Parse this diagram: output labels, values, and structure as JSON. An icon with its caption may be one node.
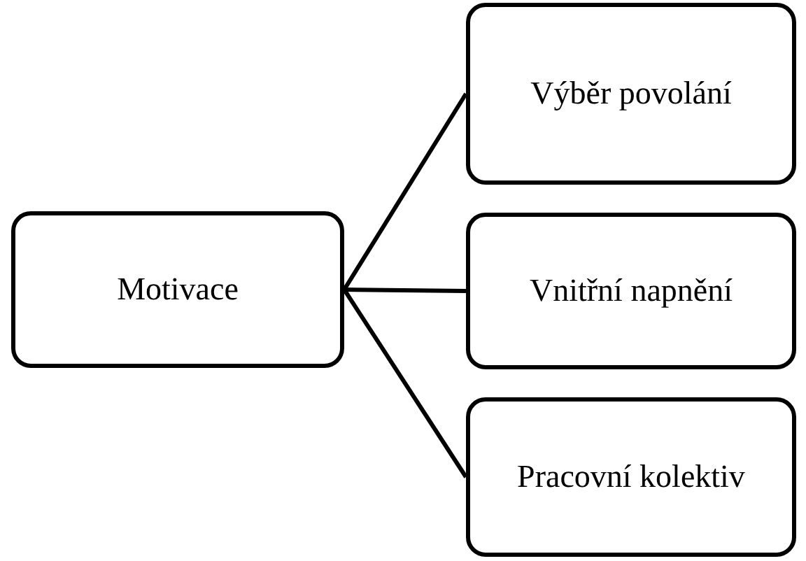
{
  "diagram": {
    "nodes": [
      {
        "text": [
          "Motivace"
        ]
      },
      {
        "text": [
          "Výběr povolání"
        ]
      },
      {
        "text": [
          "Vnitřní napnění"
        ]
      },
      {
        "text": [
          "Pracovní kolektiv"
        ]
      }
    ],
    "edges": [
      {
        "from": 0,
        "to": 1,
        "arrow": "none"
      },
      {
        "from": 0,
        "to": 2,
        "arrow": "none"
      },
      {
        "from": 0,
        "to": 3,
        "arrow": "none"
      }
    ]
  }
}
